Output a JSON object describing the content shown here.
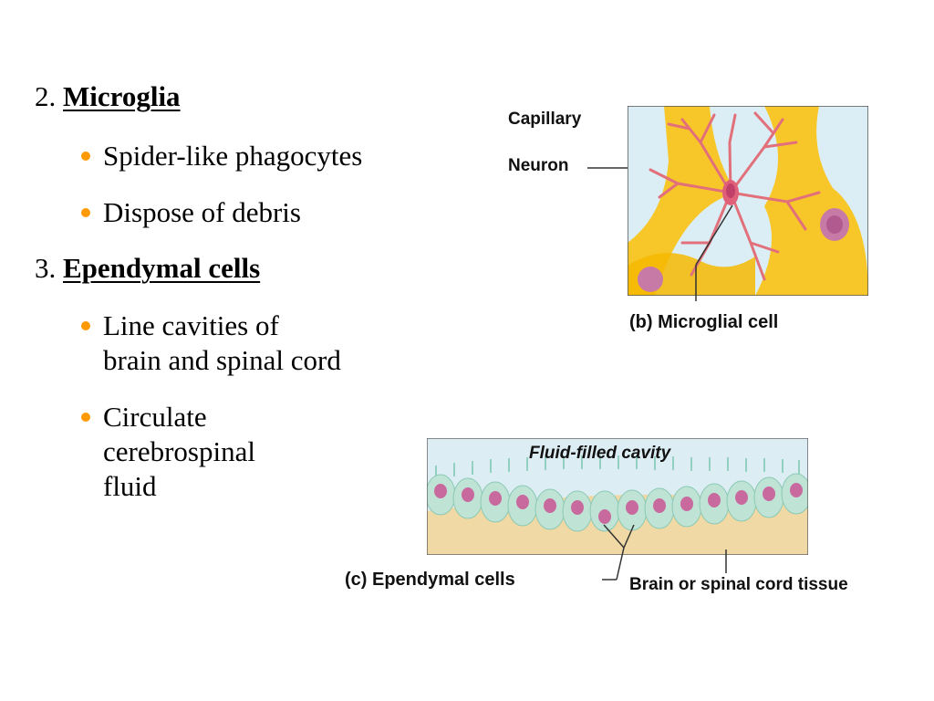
{
  "slide": {
    "item2": {
      "number": "2.",
      "title": "Microglia"
    },
    "item2_bullets": [
      "Spider-like phagocytes",
      "Dispose of debris"
    ],
    "item3": {
      "number": "3.",
      "title": "Ependymal cells"
    },
    "item3_bullets": [
      {
        "line1": "Line cavities of",
        "line2": "brain and spinal cord"
      },
      {
        "line1": "Circulate",
        "line2": "cerebrospinal",
        "line3": "fluid"
      }
    ],
    "bullet_color": "#ff9900"
  },
  "figure_b": {
    "labels": {
      "capillary": "Capillary",
      "neuron": "Neuron",
      "caption": "(b) Microglial cell"
    }
  },
  "figure_c": {
    "labels": {
      "cavity": "Fluid-filled cavity",
      "caption": "(c) Ependymal cells",
      "tissue": "Brain or spinal cord tissue"
    }
  }
}
